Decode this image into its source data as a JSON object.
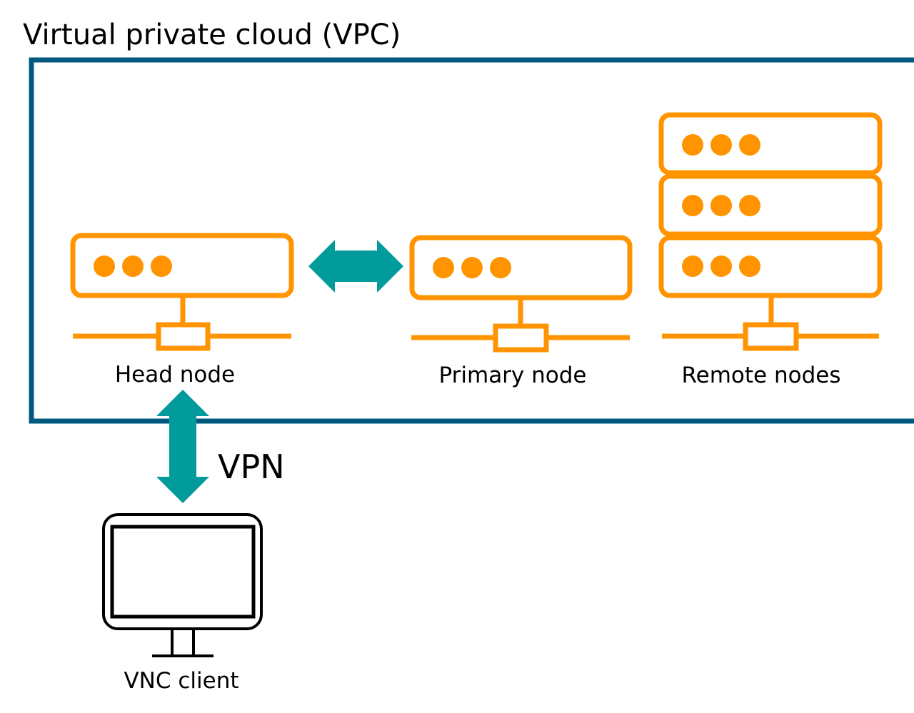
{
  "title": "Virtual private cloud (VPC)",
  "nodes": {
    "head": {
      "label": "Head node"
    },
    "primary": {
      "label": "Primary node"
    },
    "remote": {
      "label": "Remote nodes"
    },
    "client": {
      "label": "VNC client"
    }
  },
  "connections": {
    "vpn": {
      "label": "VPN"
    }
  },
  "colors": {
    "vpc_border": "#005a80",
    "server": "#ff9400",
    "arrow": "#009b9a",
    "monitor": "#000000"
  },
  "icons": [
    "server-icon",
    "server-stack-icon",
    "network-connector-icon",
    "double-arrow-icon",
    "monitor-icon"
  ]
}
